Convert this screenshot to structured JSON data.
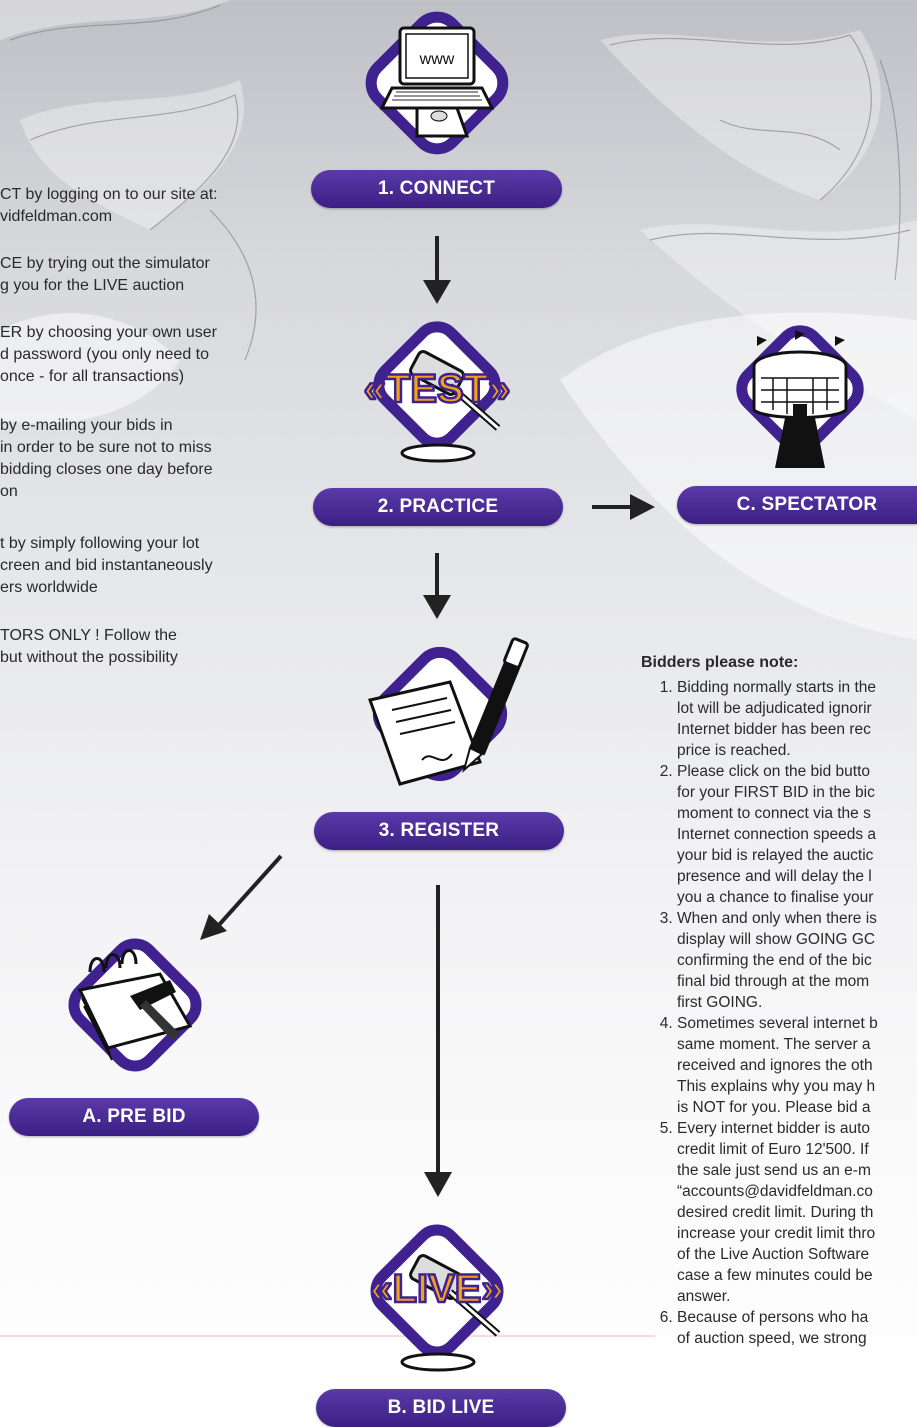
{
  "steps": {
    "connect": "1. CONNECT",
    "practice": "2. PRACTICE",
    "register": "3. REGISTER",
    "spectator": "C. SPECTATOR",
    "pre_bid": "A. PRE BID",
    "bid_live": "B. BID LIVE"
  },
  "icons": {
    "computer_screen": "www",
    "test_banner": "«TEST»",
    "live_banner": "«LIVE»"
  },
  "left_paragraphs": [
    "CT by logging on to our site at:\nvidfeldman.com",
    "CE by trying out the simulator\ng you for the LIVE auction",
    "ER by choosing your own user\nd password  (you only need to\nonce - for all transactions)",
    " by e-mailing your bids in\n in order to be sure not to miss\nbidding closes one day before\non",
    "t by simply following your lot\ncreen and bid instantaneously\ners worldwide",
    "TORS ONLY !  Follow the\nbut without the possibility"
  ],
  "notes": {
    "title": "Bidders please note:",
    "items": [
      "Bidding normally starts in the\nlot will be adjudicated ignorir\nInternet bidder has been rec\nprice is reached.",
      "Please click on the bid butto\nfor your FIRST BID in the bic\nmoment to connect via the s\nInternet connection speeds a\nyour bid is relayed the auctic\npresence and will delay the l\nyou a chance to finalise your",
      "When and only when there is\ndisplay will show GOING GC\nconfirming the end of the bic\nfinal bid through at the mom\nfirst GOING.",
      "Sometimes several internet b\nsame moment. The server a\nreceived and ignores the oth\nThis explains why you may h\nis NOT for you. Please bid a",
      "Every internet bidder is auto\ncredit limit of Euro 12'500. If\nthe sale just send us an e-m\n“accounts@davidfeldman.co\ndesired credit limit. During th\nincrease your credit limit thro\nof the Live Auction Software\ncase a few minutes could be\nanswer.",
      "Because of persons who ha\nof auction speed, we strong"
    ]
  },
  "colors": {
    "pill": "#3f2290",
    "diamond_border": "#3f2290",
    "banner_orange": "#f2a21a"
  }
}
